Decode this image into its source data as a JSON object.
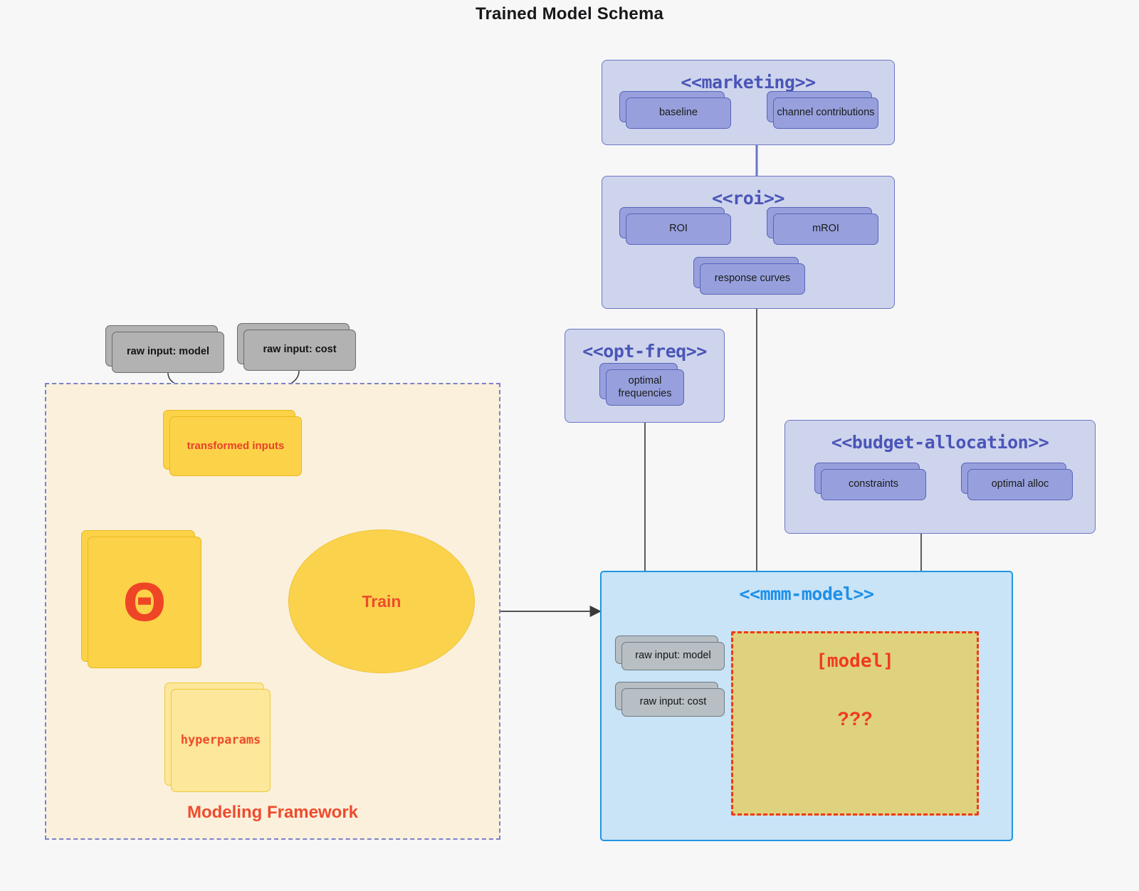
{
  "page": {
    "title": "Trained Model Schema",
    "background": "#f7f7f7"
  },
  "colors": {
    "cluster_fill": "#ced4ec",
    "cluster_stroke": "#6c76c4",
    "cluster_title": "#4a55b8",
    "node_purple": "#97a0dc",
    "node_grey": "#b2b2b2",
    "mmm_fill": "#c9e3f7",
    "mmm_stroke": "#2196e3",
    "mmm_title": "#1e90e8",
    "framework_fill": "#faf0dc",
    "framework_stroke": "#7b83c8",
    "yellow": "#fcd248",
    "yellow_pale": "#fce79a",
    "accent_red": "#ef4b2c",
    "model_box_fill": "#dfd27e",
    "model_box_stroke": "#f0391c"
  },
  "clusters": {
    "marketing": {
      "title": "<<marketing>>",
      "nodes": [
        {
          "label": "baseline"
        },
        {
          "label": "channel contributions"
        }
      ]
    },
    "roi": {
      "title": "<<roi>>",
      "nodes": [
        {
          "label": "ROI"
        },
        {
          "label": "mROI"
        },
        {
          "label": "response curves"
        }
      ]
    },
    "opt_freq": {
      "title": "<<opt-freq>>",
      "nodes": [
        {
          "label": "optimal\nfrequencies",
          "line1": "optimal",
          "line2": "frequencies"
        }
      ]
    },
    "budget_allocation": {
      "title": "<<budget-allocation>>",
      "nodes": [
        {
          "label": "constraints"
        },
        {
          "label": "optimal alloc"
        }
      ]
    },
    "mmm_model": {
      "title": "<<mmm-model>>",
      "nodes": [
        {
          "label": "raw input: model"
        },
        {
          "label": "raw input: cost"
        }
      ],
      "model_box": {
        "title": "[model]",
        "question": "???"
      }
    }
  },
  "framework": {
    "label": "Modeling Framework",
    "raw_inputs": [
      {
        "label": "raw input: model"
      },
      {
        "label": "raw input: cost"
      }
    ],
    "transformed_inputs": {
      "label": "transformed inputs"
    },
    "theta": {
      "glyph": "Θ"
    },
    "hyperparams": {
      "label": "hyperparams"
    },
    "train": {
      "label": "Train"
    }
  },
  "edges": [
    {
      "from": "raw input: model",
      "to": "transformed inputs"
    },
    {
      "from": "raw input: cost",
      "to": "transformed inputs"
    },
    {
      "from": "transformed inputs",
      "to": "Train"
    },
    {
      "from": "theta",
      "to": "Train"
    },
    {
      "from": "hyperparams",
      "to": "Train"
    },
    {
      "from": "Modeling Framework",
      "to": "<<mmm-model>>"
    },
    {
      "from": "baseline",
      "to": "channel contributions",
      "bidirectional": true
    },
    {
      "from": "ROI",
      "to": "mROI",
      "bidirectional": true
    },
    {
      "from": "constraints",
      "to": "optimal alloc",
      "bidirectional": true
    },
    {
      "from": "<<marketing>>",
      "to": "<<roi>>"
    },
    {
      "from": "<<roi>>",
      "to": "<<mmm-model>>"
    },
    {
      "from": "<<opt-freq>>",
      "to": "<<mmm-model>>"
    },
    {
      "from": "<<budget-allocation>>",
      "to": "<<mmm-model>>"
    }
  ]
}
